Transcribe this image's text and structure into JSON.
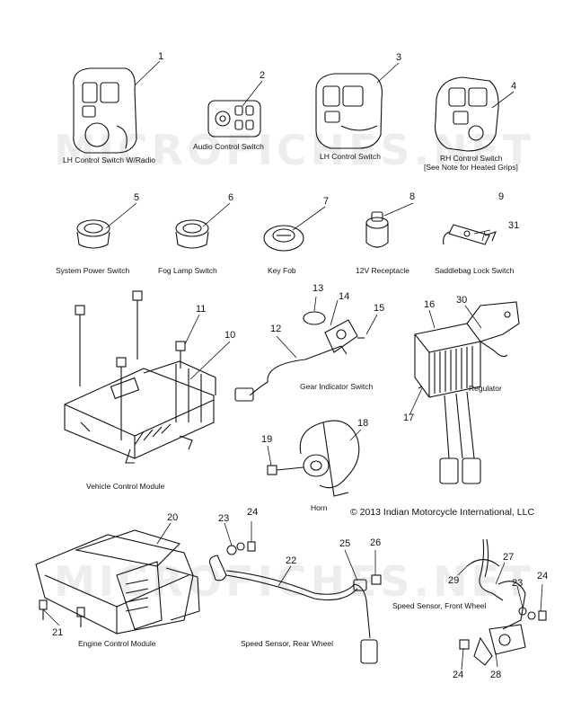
{
  "watermark": "MICROFICHES.NET",
  "copyright": "© 2013 Indian Motorcycle International, LLC",
  "labels": [
    "LH Control Switch W/Radio",
    "Audio Control Switch",
    "LH Control Switch",
    "RH Control Switch",
    "[See Note for Heated Grips]",
    "System Power Switch",
    "Fog Lamp Switch",
    "Key Fob",
    "12V Receptacle",
    "Saddlebag Lock Switch",
    "Gear Indicator Switch",
    "Regulator",
    "Vehicle Control Module",
    "Horn",
    "Engine Control Module",
    "Speed Sensor, Rear Wheel",
    "Speed Sensor, Front Wheel"
  ],
  "callouts": [
    "1",
    "2",
    "3",
    "4",
    "5",
    "6",
    "7",
    "8",
    "9",
    "31",
    "13",
    "14",
    "15",
    "16",
    "30",
    "12",
    "11",
    "10",
    "17",
    "18",
    "19",
    "20",
    "23",
    "24",
    "22",
    "25",
    "26",
    "27",
    "29",
    "24",
    "23",
    "21",
    "24",
    "28"
  ]
}
